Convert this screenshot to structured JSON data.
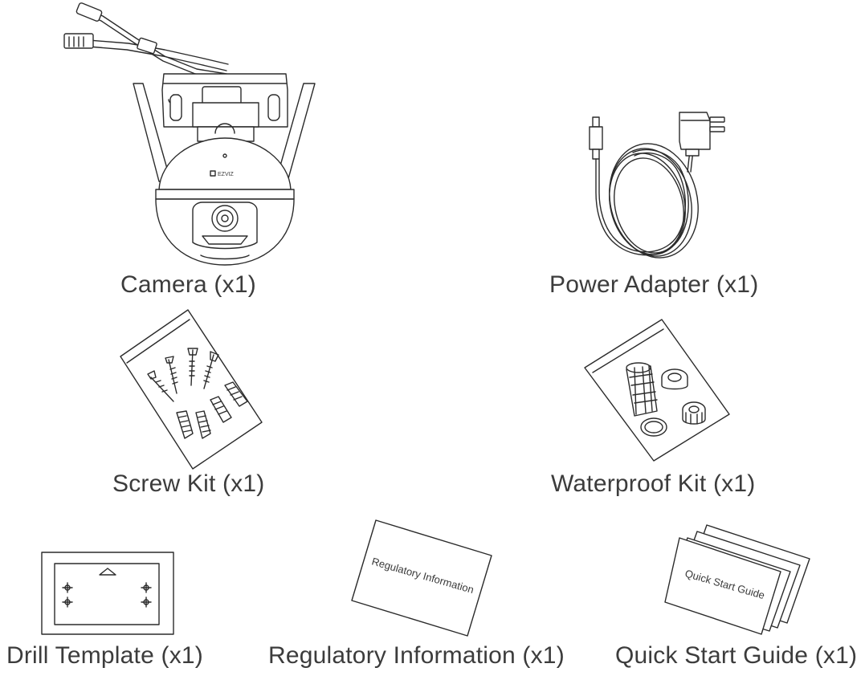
{
  "items": {
    "camera": {
      "label": "Camera (x1)",
      "icon": "camera-icon",
      "logo_text": "EZVIZ"
    },
    "power_adapter": {
      "label": "Power Adapter (x1)",
      "icon": "power-adapter-icon"
    },
    "screw_kit": {
      "label": "Screw Kit (x1)",
      "icon": "screw-kit-icon"
    },
    "waterproof_kit": {
      "label": "Waterproof Kit (x1)",
      "icon": "waterproof-kit-icon"
    },
    "drill_template": {
      "label": "Drill Template (x1)",
      "icon": "drill-template-icon"
    },
    "regulatory_information": {
      "label": "Regulatory Information (x1)",
      "icon": "regulatory-card-icon",
      "card_text": "Regulatory Information"
    },
    "quick_start_guide": {
      "label": "Quick Start Guide (x1)",
      "icon": "quick-start-guide-icon",
      "card_text": "Quick Start Guide"
    }
  }
}
